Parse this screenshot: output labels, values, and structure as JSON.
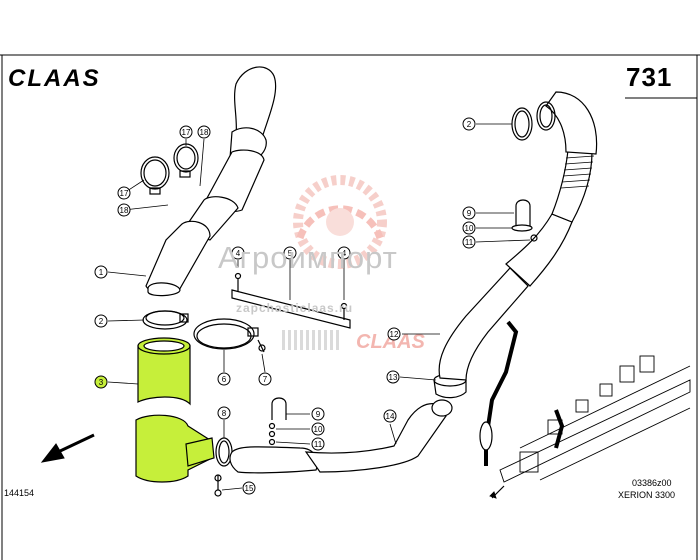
{
  "header": {
    "brand": "CLAAS",
    "page_number": "731"
  },
  "watermark": {
    "text": "Агроимпорт",
    "url": "zapchasticlaas.ru",
    "logo": "CLAAS"
  },
  "footer": {
    "drawing_id": "144154",
    "ref_code": "03386z00",
    "model": "XERION 3300"
  },
  "callouts": {
    "c1": "1",
    "c2a": "2",
    "c3": "3",
    "c17a": "17",
    "c18a": "18",
    "c17b": "17",
    "c18b": "18",
    "c4a": "4",
    "c5": "5",
    "c4b": "4",
    "c6": "6",
    "c7": "7",
    "c8": "8",
    "c9a": "9",
    "c10a": "10",
    "c11a": "11",
    "c15": "15",
    "c13": "13",
    "c14": "14",
    "c12": "12",
    "c2b": "2",
    "c9b": "9",
    "c10b": "10",
    "c11b": "11"
  },
  "colors": {
    "highlight": "#c6ef3a",
    "line": "#000000",
    "watermark": "#c8c8c8",
    "watermark_logo": "#f3b6b0"
  }
}
